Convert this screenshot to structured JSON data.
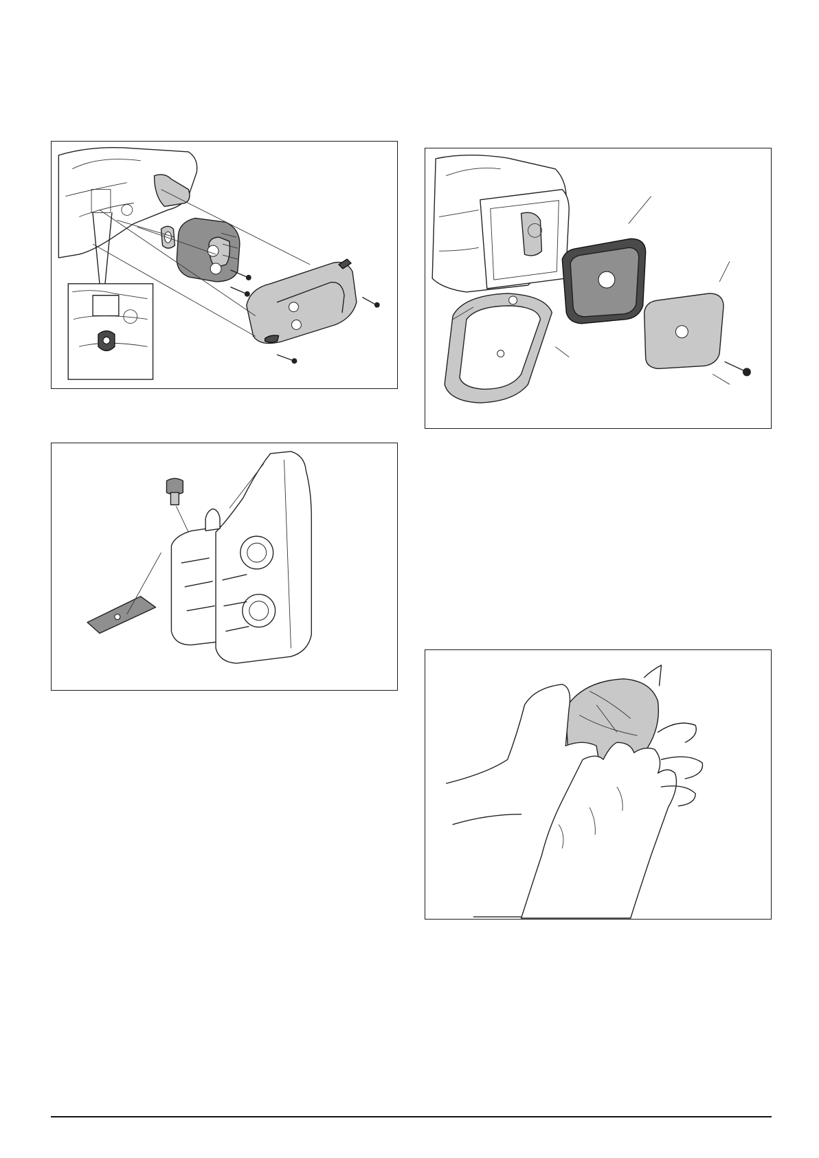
{
  "figures": [
    {
      "name": "muffler-exploded",
      "icons": [
        "engine-housing-icon",
        "gasket-icon",
        "muffler-body-icon",
        "muffler-cover-icon",
        "screw-icon",
        "inset-detail-icon"
      ]
    },
    {
      "name": "air-filter-exploded",
      "icons": [
        "engine-housing-icon",
        "filter-holder-icon",
        "air-filter-icon",
        "filter-cover-icon",
        "screw-icon"
      ]
    },
    {
      "name": "muffler-spark-screen",
      "icons": [
        "muffler-icon",
        "spark-arrester-screen-icon",
        "screw-icon"
      ]
    },
    {
      "name": "hands-washing-filter",
      "icons": [
        "hand-icon",
        "air-filter-icon"
      ]
    }
  ],
  "colors": {
    "line": "#222222",
    "part_grey": "#8f8f8f",
    "part_light": "#c8c8c8",
    "part_dark": "#4a4a4a",
    "border": "#1a1a1a"
  }
}
